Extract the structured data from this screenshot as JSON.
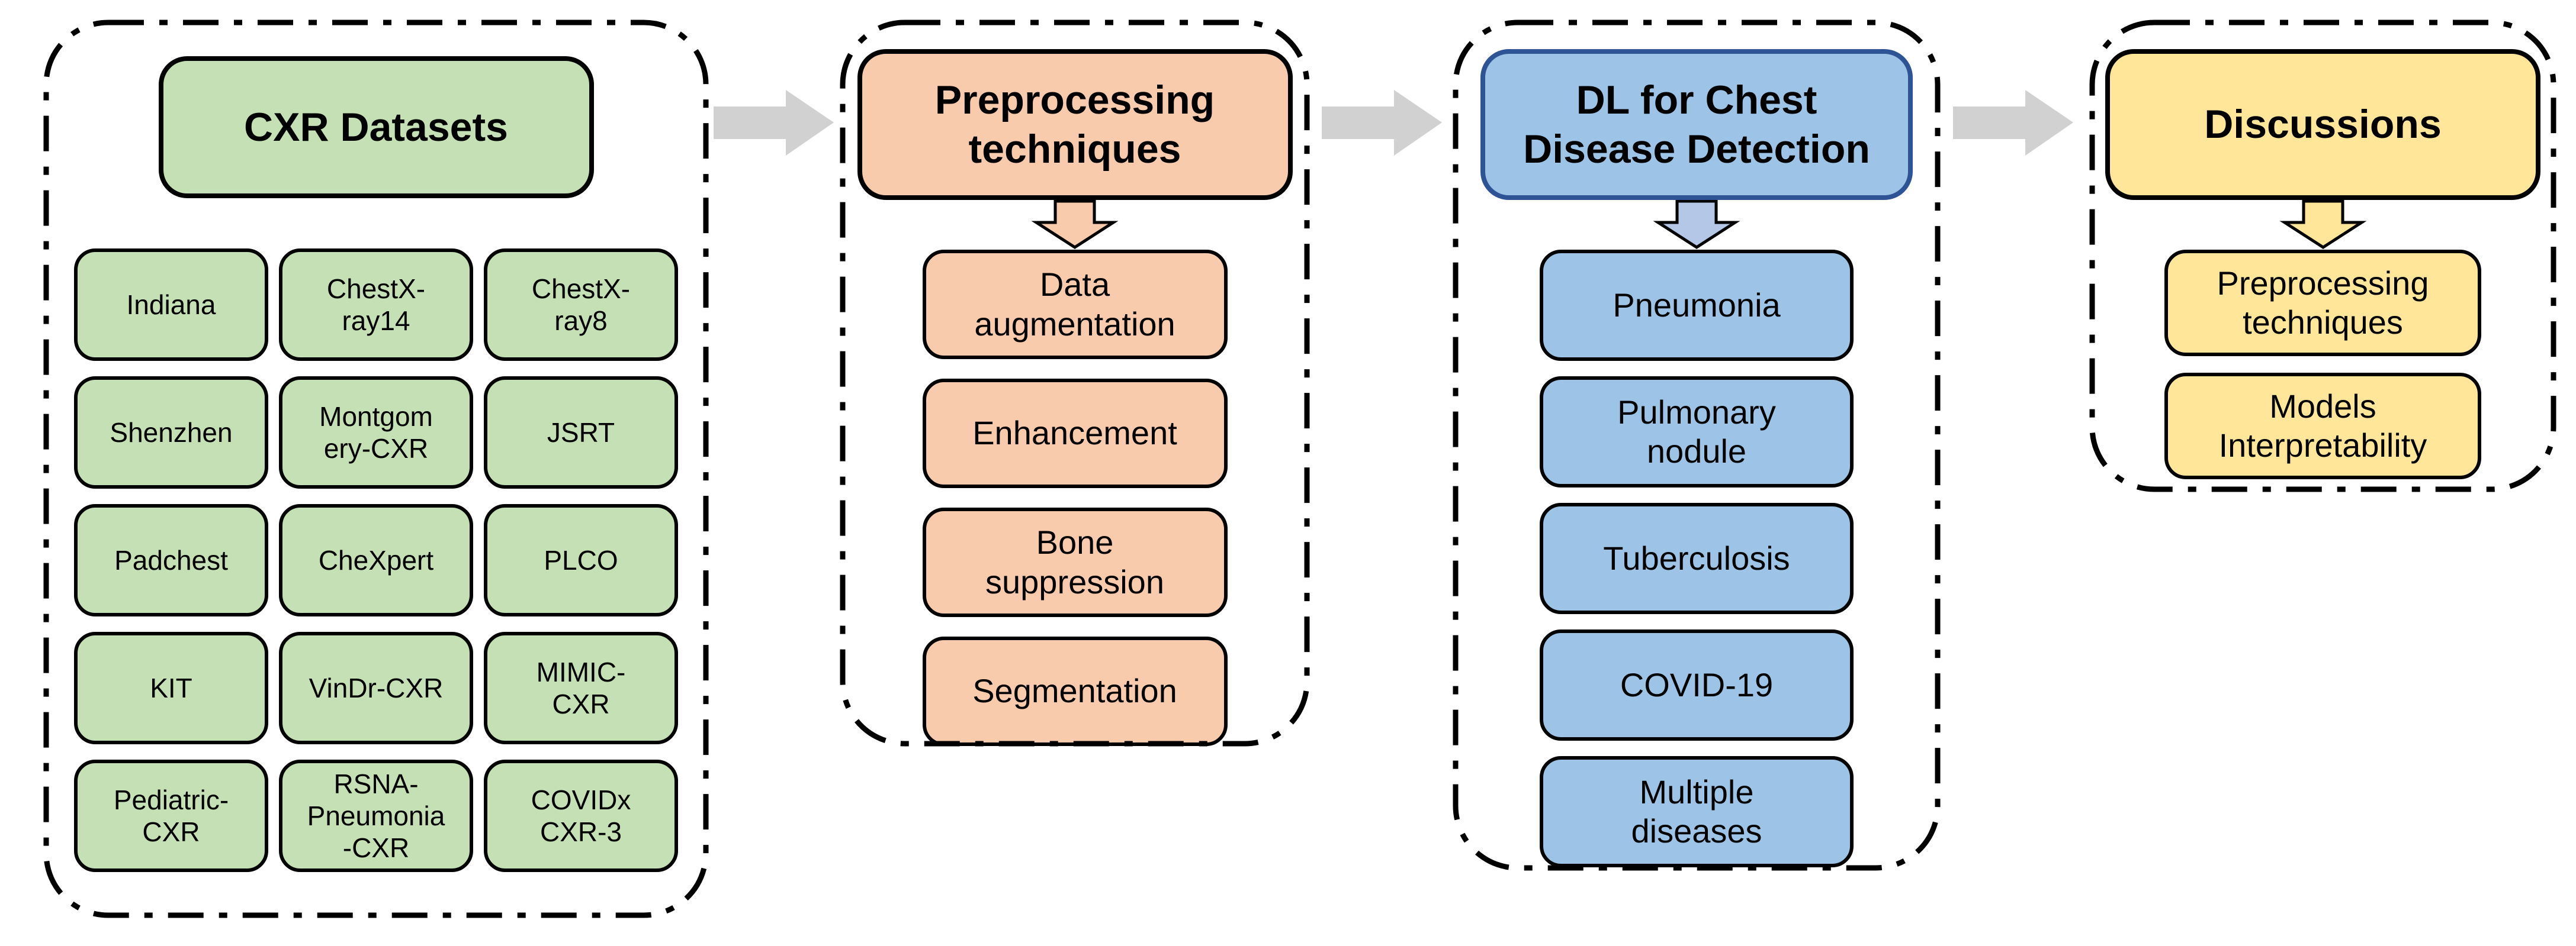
{
  "diagram": {
    "description": "CXR deep-learning survey overview flowchart",
    "flow_arrow_color": "#D1D1D1",
    "dash_border_color": "#000000"
  },
  "sections": [
    {
      "title": "CXR Datasets",
      "fill": "#C5E0B4",
      "header_border": "#000000",
      "rows": [
        [
          "Indiana",
          "ChestX-\nray14",
          "ChestX-\nray8"
        ],
        [
          "Shenzhen",
          "Montgom\nery-CXR",
          "JSRT"
        ],
        [
          "Padchest",
          "CheXpert",
          "PLCO"
        ],
        [
          "KIT",
          "VinDr-CXR",
          "MIMIC-\nCXR"
        ],
        [
          "Pediatric-\nCXR",
          "RSNA-\nPneumonia\n-CXR",
          "COVIDx\nCXR-3"
        ]
      ]
    },
    {
      "title": "Preprocessing\ntechniques",
      "fill": "#F8CBAD",
      "arrow_fill": "#F8CBAD",
      "header_border": "#000000",
      "items": [
        "Data\naugmentation",
        "Enhancement",
        "Bone\nsuppression",
        "Segmentation"
      ]
    },
    {
      "title": "DL for Chest\nDisease Detection",
      "fill": "#9DC3E6",
      "arrow_fill": "#B4C7E7",
      "header_border": "#2F5496",
      "items": [
        "Pneumonia",
        "Pulmonary\nnodule",
        "Tuberculosis",
        "COVID-19",
        "Multiple\ndiseases"
      ]
    },
    {
      "title": "Discussions",
      "fill": "#FFE699",
      "arrow_fill": "#FFE699",
      "header_border": "#000000",
      "items": [
        "Preprocessing\ntechniques",
        "Models\nInterpretability"
      ]
    }
  ]
}
